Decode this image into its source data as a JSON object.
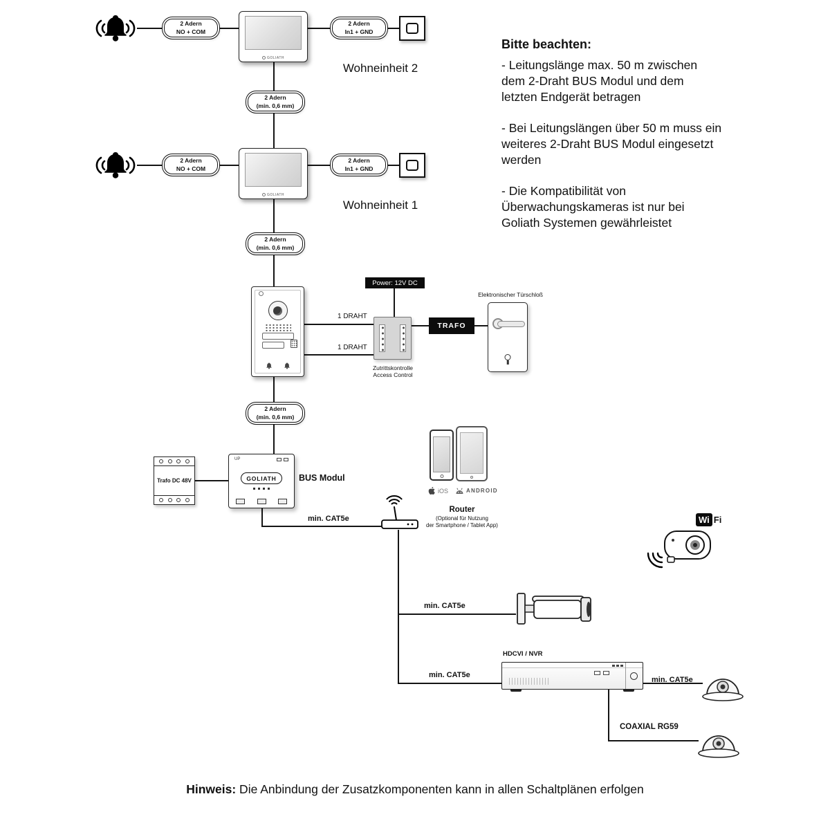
{
  "notes": {
    "title": "Bitte beachten:",
    "para1": "- Leitungslänge max. 50 m zwischen\ndem 2-Draht BUS Modul und dem\nletzten Endgerät betragen",
    "para2": "- Bei Leitungslängen über 50 m muss ein\nweiteres 2-Draht BUS Modul eingesetzt\nwerden",
    "para3": "- Die Kompatibilität von\nÜberwachungskameras ist nur bei\nGoliath Systemen gewährleistet"
  },
  "wires": {
    "no_com": "2 Adern\nNO + COM",
    "in1_gnd": "2 Adern\nIn1 + GND",
    "min06": "2 Adern\n(min. 0,6 mm)",
    "draht": "1 DRAHT",
    "cat5e": "min. CAT5e",
    "coax": "COAXIAL RG59"
  },
  "units": {
    "unit2": "Wohneinheit 2",
    "unit1": "Wohneinheit 1"
  },
  "devices": {
    "monitor_brand": "GOLIATH",
    "power_label": "Power: 12V DC",
    "trafo": "TRAFO",
    "door_lock": "Elektronischer Türschloß",
    "access_control": "Zutrittskontrolle\nAccess Control",
    "trafo_dc": "Trafo DC 48V",
    "bus_up": "UP",
    "bus_brand": "GOLIATH",
    "bus_label": "BUS Modul",
    "router_label": "Router",
    "router_sub": "(Optional für Nutzung\nder Smartphone / Tablet App)",
    "ios": "iOS",
    "android": "ANDROID",
    "wifi_wi": "Wi",
    "wifi_fi": "Fi",
    "nvr_label": "HDCVI / NVR"
  },
  "footer": {
    "bold": "Hinweis:",
    "text": " Die Anbindung der Zusatzkomponenten kann in allen Schaltplänen erfolgen"
  }
}
